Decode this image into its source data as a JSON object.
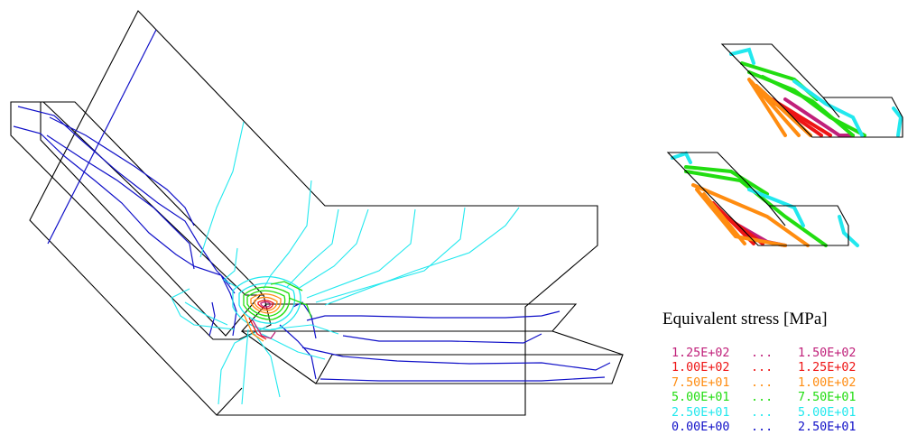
{
  "legend": {
    "title": "Equivalent stress [MPa]",
    "separator": "...",
    "ranges": [
      {
        "low": "1.25E+02",
        "high": "1.50E+02",
        "color": "#c0207a"
      },
      {
        "low": "1.00E+02",
        "high": "1.25E+02",
        "color": "#ee1515"
      },
      {
        "low": "7.50E+01",
        "high": "1.00E+02",
        "color": "#ff8c10"
      },
      {
        "low": "5.00E+01",
        "high": "7.50E+01",
        "color": "#22dd11"
      },
      {
        "low": "2.50E+01",
        "high": "5.00E+01",
        "color": "#22e8ee"
      },
      {
        "low": "0.00E+00",
        "high": "2.50E+01",
        "color": "#1010c8"
      }
    ]
  },
  "colors": {
    "outline": "#000000",
    "band_0": "#1010c8",
    "band_25": "#22e8ee",
    "band_50": "#22dd11",
    "band_75": "#ff8c10",
    "band_100": "#ee1515",
    "band_125": "#c0207a"
  }
}
